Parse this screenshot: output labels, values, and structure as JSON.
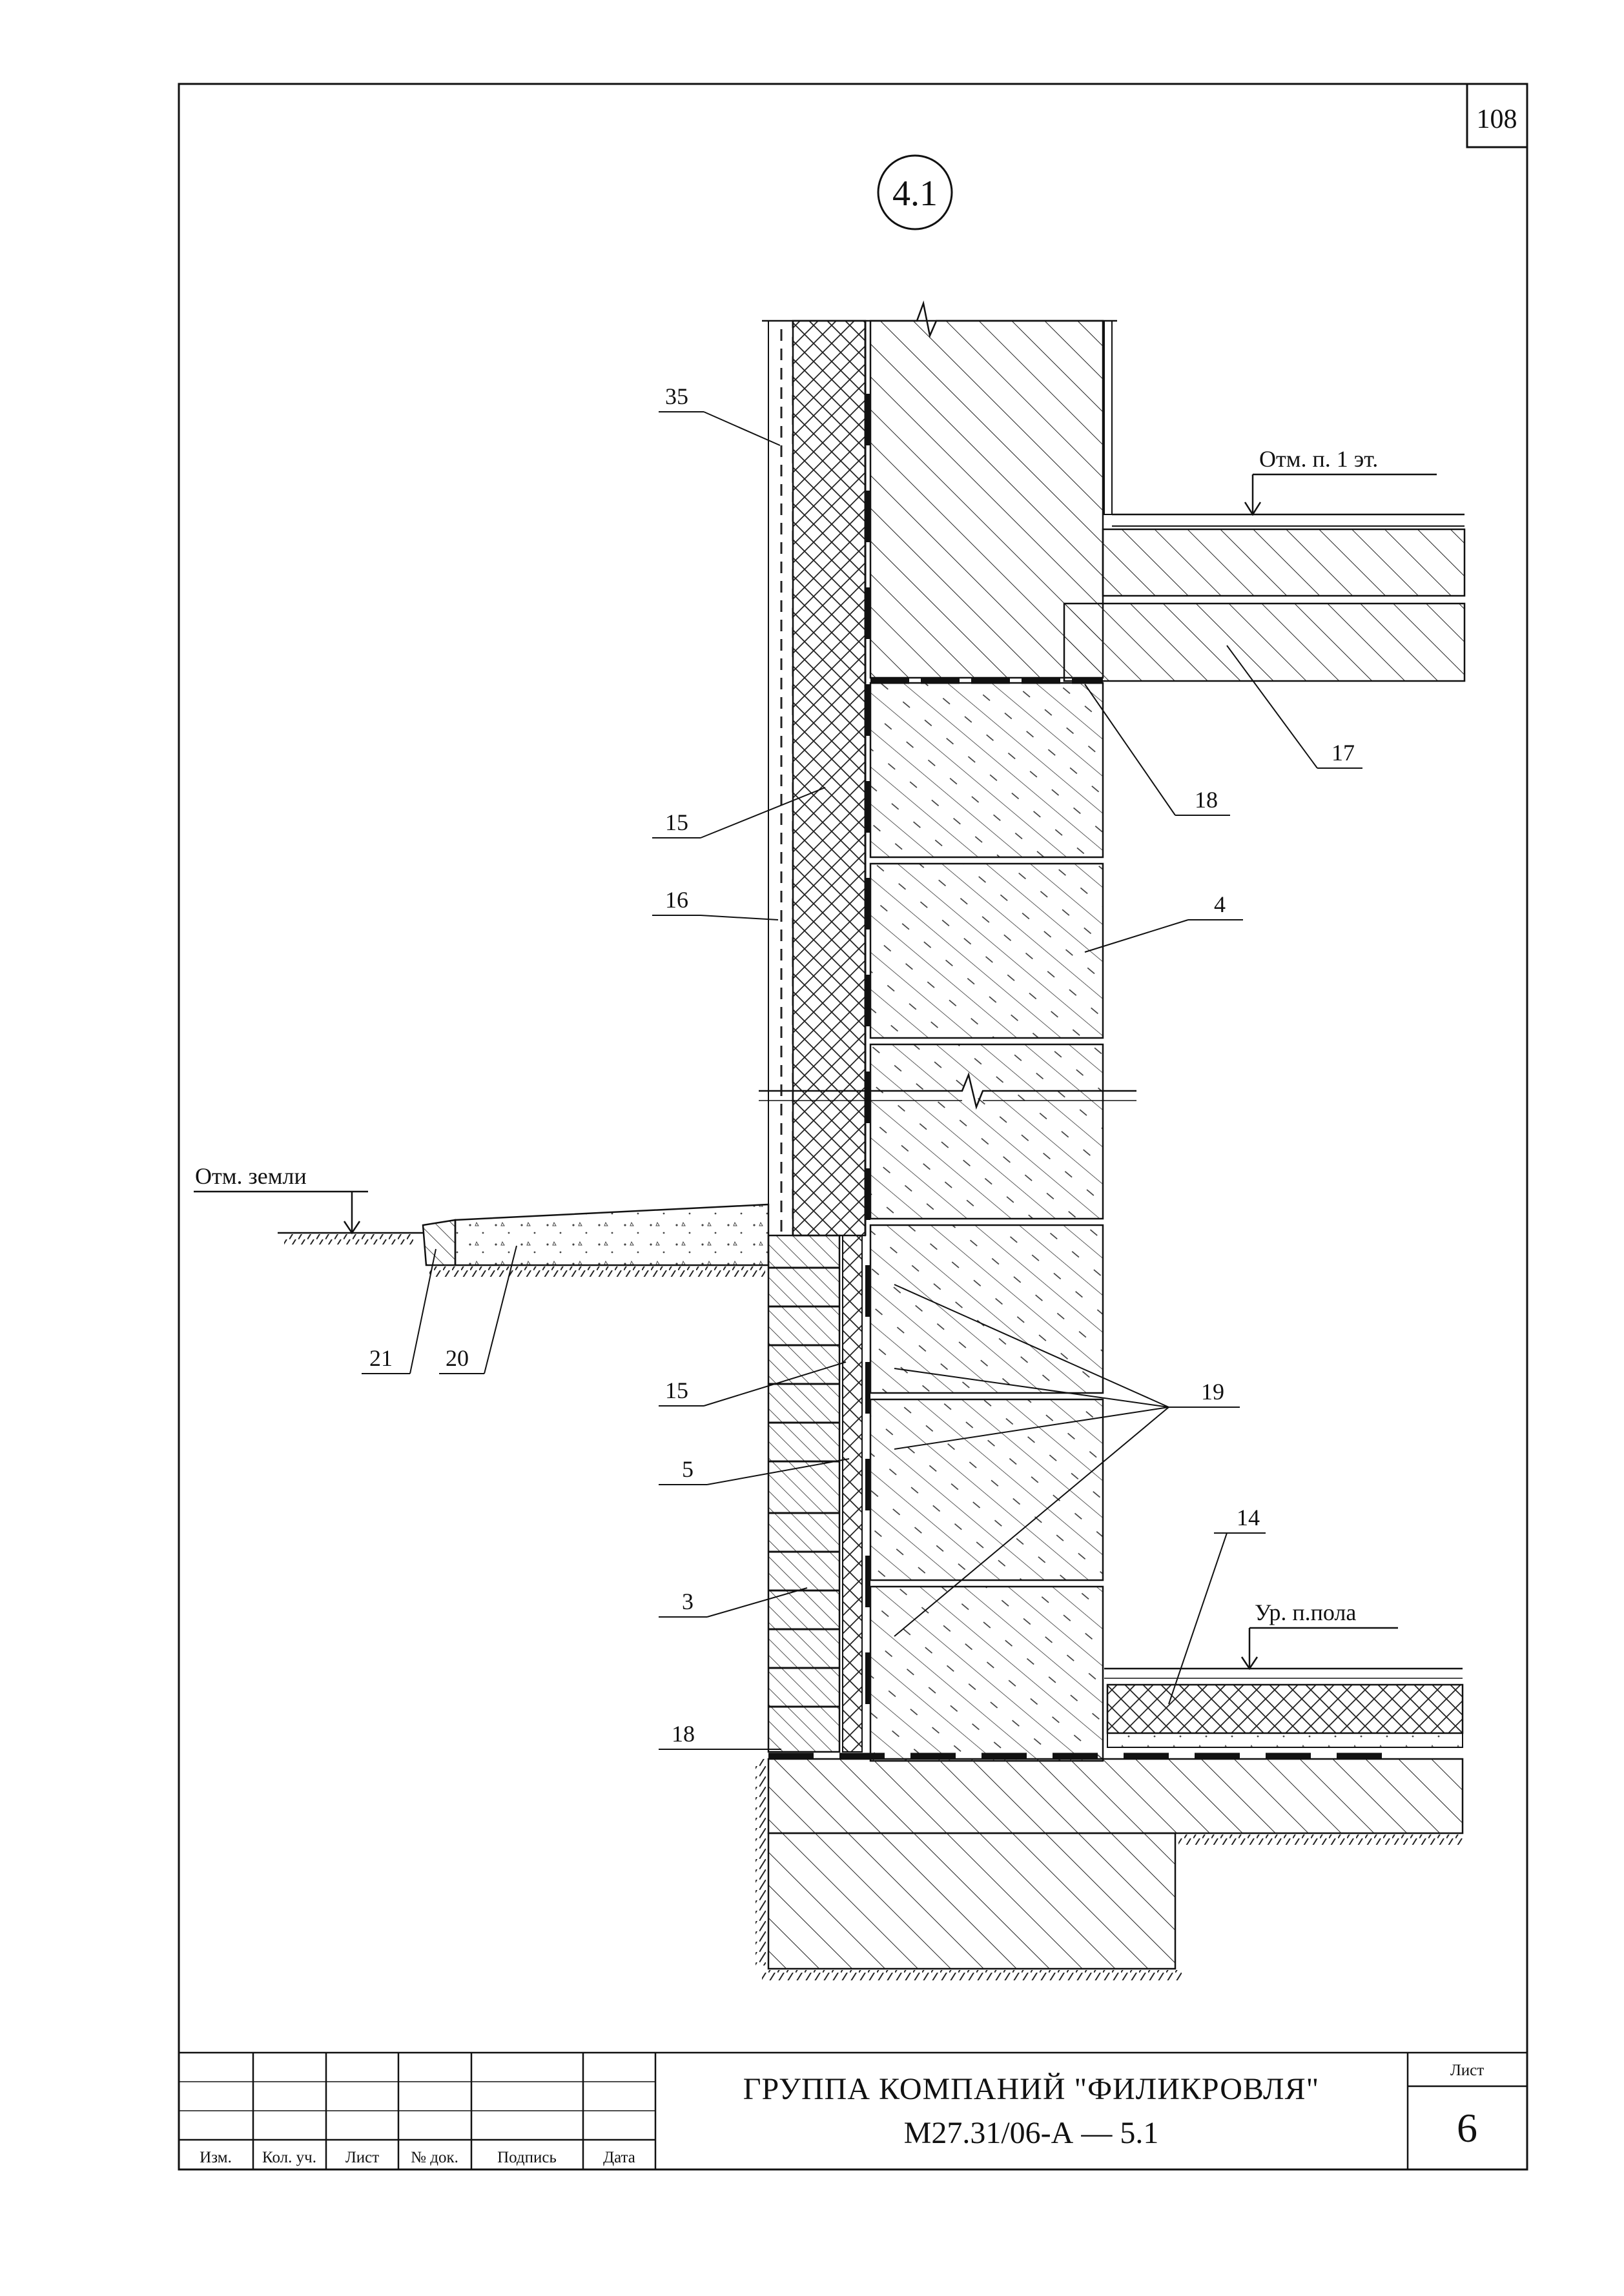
{
  "sheet_number_corner": "108",
  "detail_id": "4.1",
  "elevations": {
    "floor1": "Отм. п. 1 эт.",
    "ground": "Отм. земли",
    "floor_level": "Ур. п.пола"
  },
  "callouts": {
    "c35": "35",
    "c17": "17",
    "c18_top": "18",
    "c15_top": "15",
    "c16": "16",
    "c4": "4",
    "c21": "21",
    "c20": "20",
    "c19": "19",
    "c15_bottom": "15",
    "c5": "5",
    "c14": "14",
    "c3": "3",
    "c18_bottom": "18"
  },
  "title_block": {
    "col_izm": "Изм.",
    "col_kol": "Кол. уч.",
    "col_list": "Лист",
    "col_doc": "№ док.",
    "col_sign": "Подпись",
    "col_date": "Дата",
    "company": "ГРУППА КОМПАНИЙ \"ФИЛИКРОВЛЯ\"",
    "doc_code": "М27.31/06-А — 5.1",
    "sheet_label": "Лист",
    "sheet_value": "6"
  }
}
